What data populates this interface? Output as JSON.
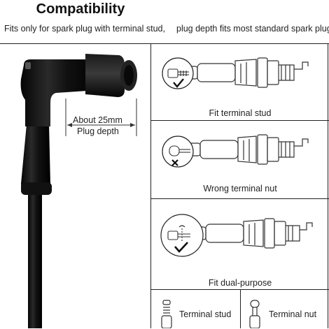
{
  "header": {
    "title": "Compatibility",
    "subtitle_left": "Fits only for spark plug with terminal stud,",
    "subtitle_right": "plug depth fits most standard spark plug."
  },
  "left_panel": {
    "depth_value": "About 25mm",
    "depth_caption": "Plug depth"
  },
  "panels": [
    {
      "label": "Fit terminal stud",
      "mark": "check"
    },
    {
      "label": "Wrong terminal nut",
      "mark": "cross"
    },
    {
      "label": "Fit dual-purpose",
      "mark": "check"
    }
  ],
  "bottom": {
    "left_label": "Terminal stud",
    "right_label": "Terminal nut"
  }
}
